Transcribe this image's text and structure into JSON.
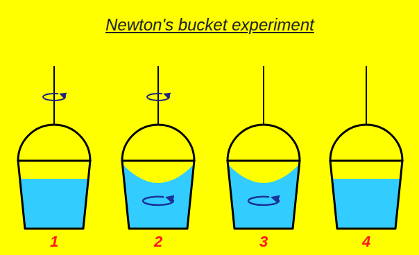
{
  "diagram": {
    "title": "Newton's bucket experiment",
    "labels": [
      "1",
      "2",
      "3",
      "4"
    ]
  }
}
